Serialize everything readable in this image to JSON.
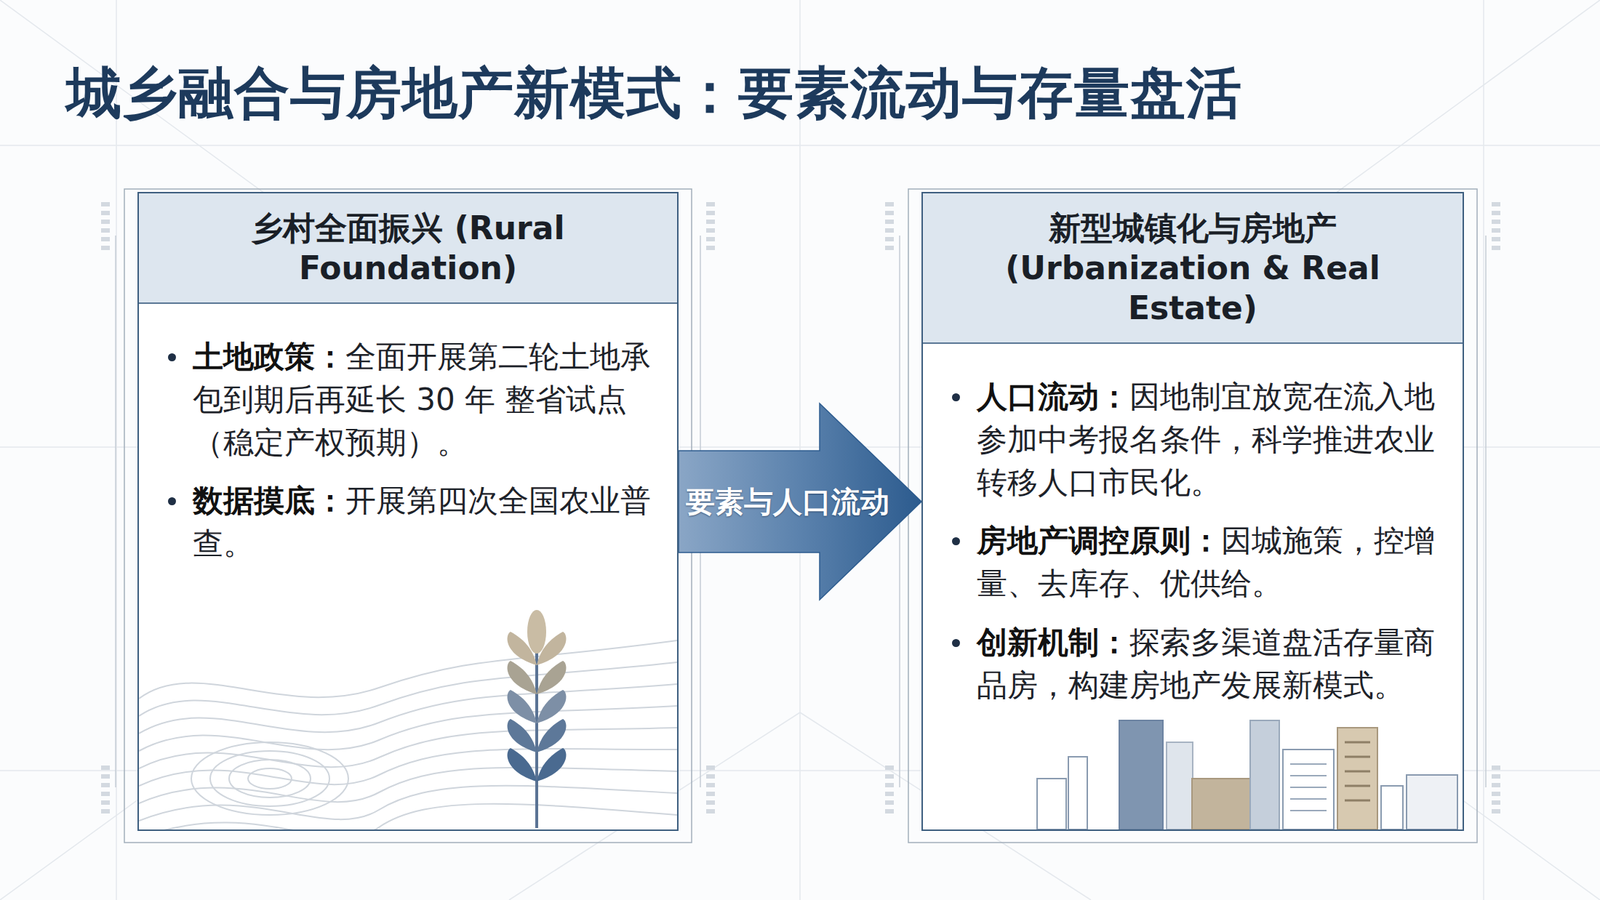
{
  "diagram": {
    "title": "城乡融合与房地产新模式：要素流动与存量盘活",
    "nodes": [
      {
        "text": [
          "乡村全面振兴 (Rural Foundation)",
          "土地政策：",
          "全面开展第二轮土地承包到期后再延长 30 年 整省试点（稳定产权预期）。",
          "数据摸底：",
          "开展第四次全国农业普查。"
        ]
      },
      {
        "text": [
          "新型城镇化与房地产 (Urbanization & Real Estate)",
          "人口流动：",
          "因地制宜放宽在流入地参加中考报名条件，科学推进农业转移人口市民化。",
          "房地产调控原则：",
          "因城施策，控增量、去库存、优供给。",
          "创新机制：",
          "探索多渠道盘活存量商品房，构建房地产发展新模式。"
        ]
      }
    ],
    "edges": [
      {
        "from": 0,
        "to": 1,
        "label": "要素与人口流动",
        "arrow": "to"
      }
    ]
  }
}
